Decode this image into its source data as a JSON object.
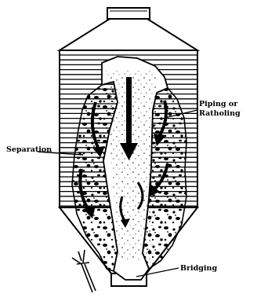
{
  "labels": {
    "piping_line1": "Piping or",
    "piping_line2": "Ratholing",
    "separation": "Separation",
    "bridging": "Bridging"
  },
  "colors": {
    "ink": "#000000",
    "paper": "#ffffff"
  }
}
